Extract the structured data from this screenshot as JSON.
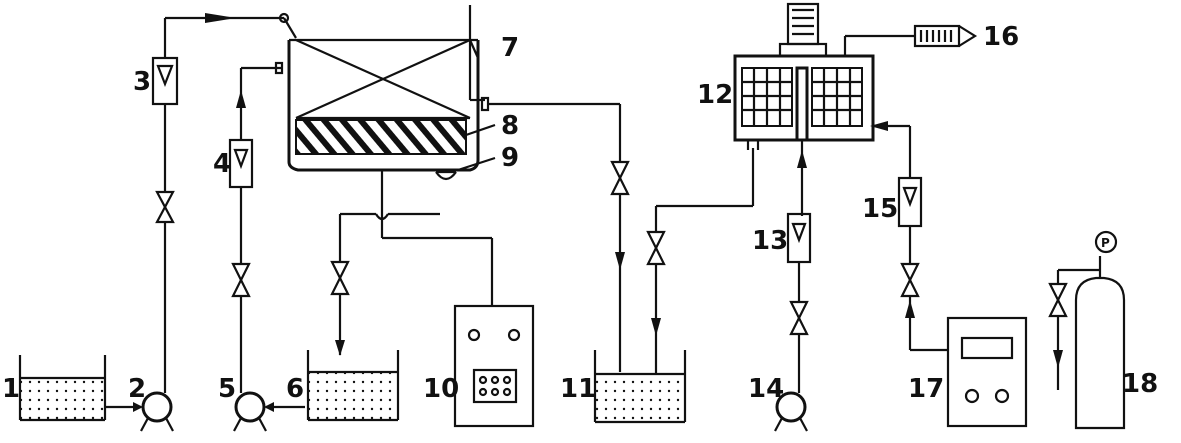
{
  "labels": {
    "l1": "1",
    "l2": "2",
    "l3": "3",
    "l4": "4",
    "l5": "5",
    "l6": "6",
    "l7": "7",
    "l8": "8",
    "l9": "9",
    "l10": "10",
    "l11": "11",
    "l12": "12",
    "l13": "13",
    "l14": "14",
    "l15": "15",
    "l16": "16",
    "l17": "17",
    "l18": "18"
  },
  "gauge_symbol": "P",
  "colors": {
    "line": "#111111",
    "background": "#ffffff"
  }
}
